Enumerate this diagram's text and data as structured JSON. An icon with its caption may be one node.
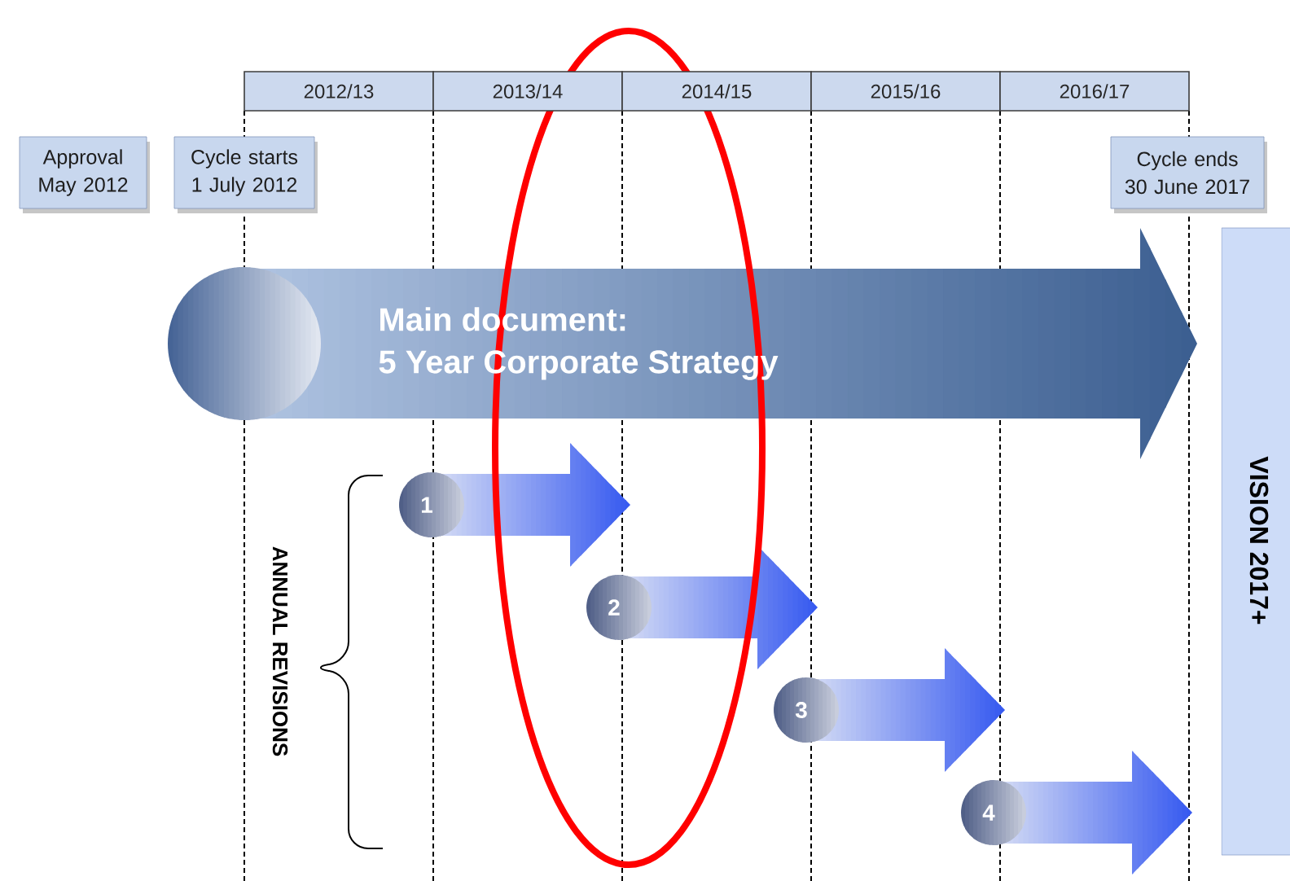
{
  "diagram": {
    "nodes": [
      {
        "text": [
          "2012/13"
        ]
      },
      {
        "text": [
          "2013/14"
        ]
      },
      {
        "text": [
          "2014/15"
        ]
      },
      {
        "text": [
          "2015/16"
        ]
      },
      {
        "text": [
          "2016/17"
        ]
      },
      {
        "text": [
          "Approval May 2012"
        ]
      },
      {
        "text": [
          "Cycle starts 1 July 2012"
        ]
      },
      {
        "text": [
          "Cycle ends 30 June 2017"
        ]
      },
      {
        "text": [
          "Main document:",
          "5 Year Corporate Strategy"
        ]
      },
      {
        "text": [
          "1"
        ]
      },
      {
        "text": [
          "2"
        ]
      },
      {
        "text": [
          "3"
        ]
      },
      {
        "text": [
          "4"
        ]
      },
      {
        "text": [
          "VISION 2017+"
        ]
      }
    ],
    "labels": [
      "ANNUAL REVISIONS"
    ]
  }
}
